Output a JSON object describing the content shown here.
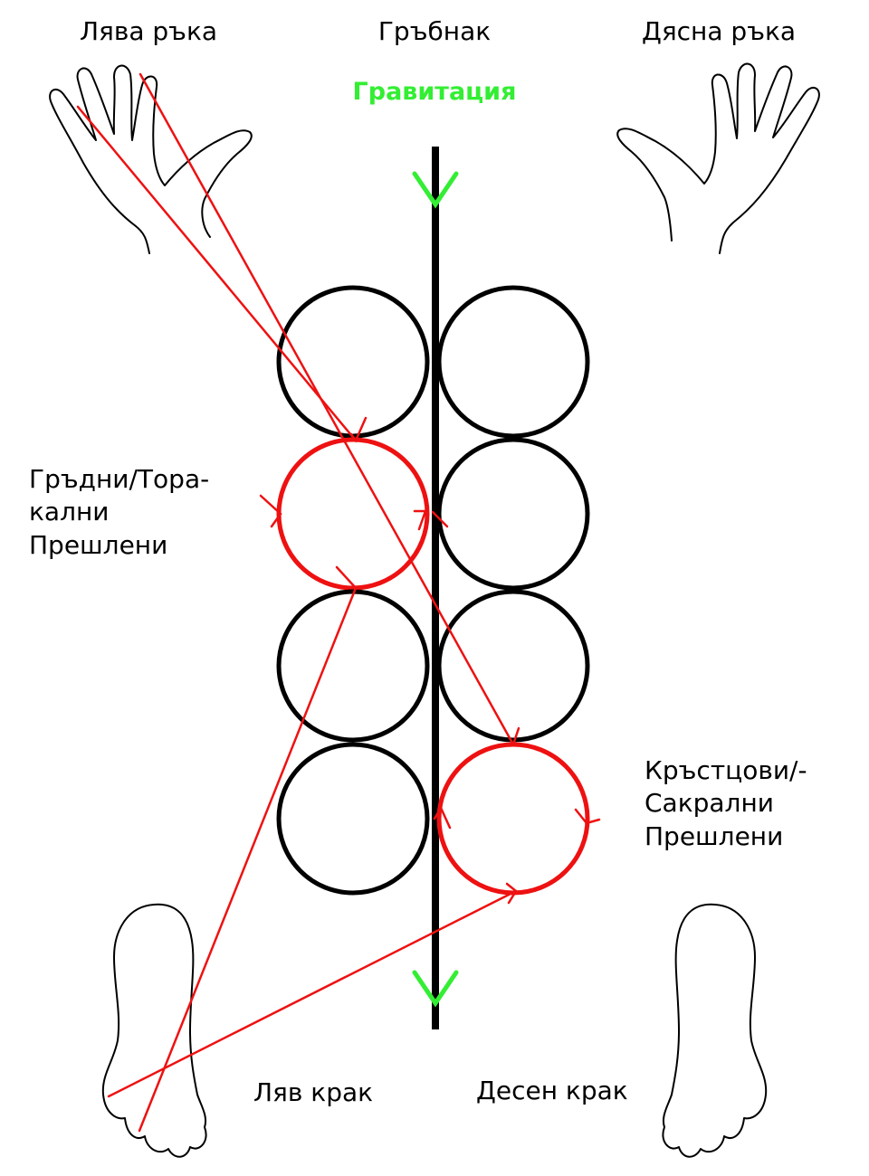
{
  "labels": {
    "left_hand": "Лява ръка",
    "spine": "Гръбнак",
    "right_hand": "Дясна ръка",
    "gravity": "Гравитация",
    "thoracic": [
      "Гръдни/Тора-",
      "кални",
      "Прешлени"
    ],
    "sacral": [
      "Кръстцови/-",
      "Сакрални",
      "Прешлени"
    ],
    "left_foot": "Ляв крак",
    "right_foot": "Десен крак"
  },
  "colors": {
    "gravity": "#33ee33",
    "highlight": "#ee1111",
    "outline": "#000000"
  }
}
